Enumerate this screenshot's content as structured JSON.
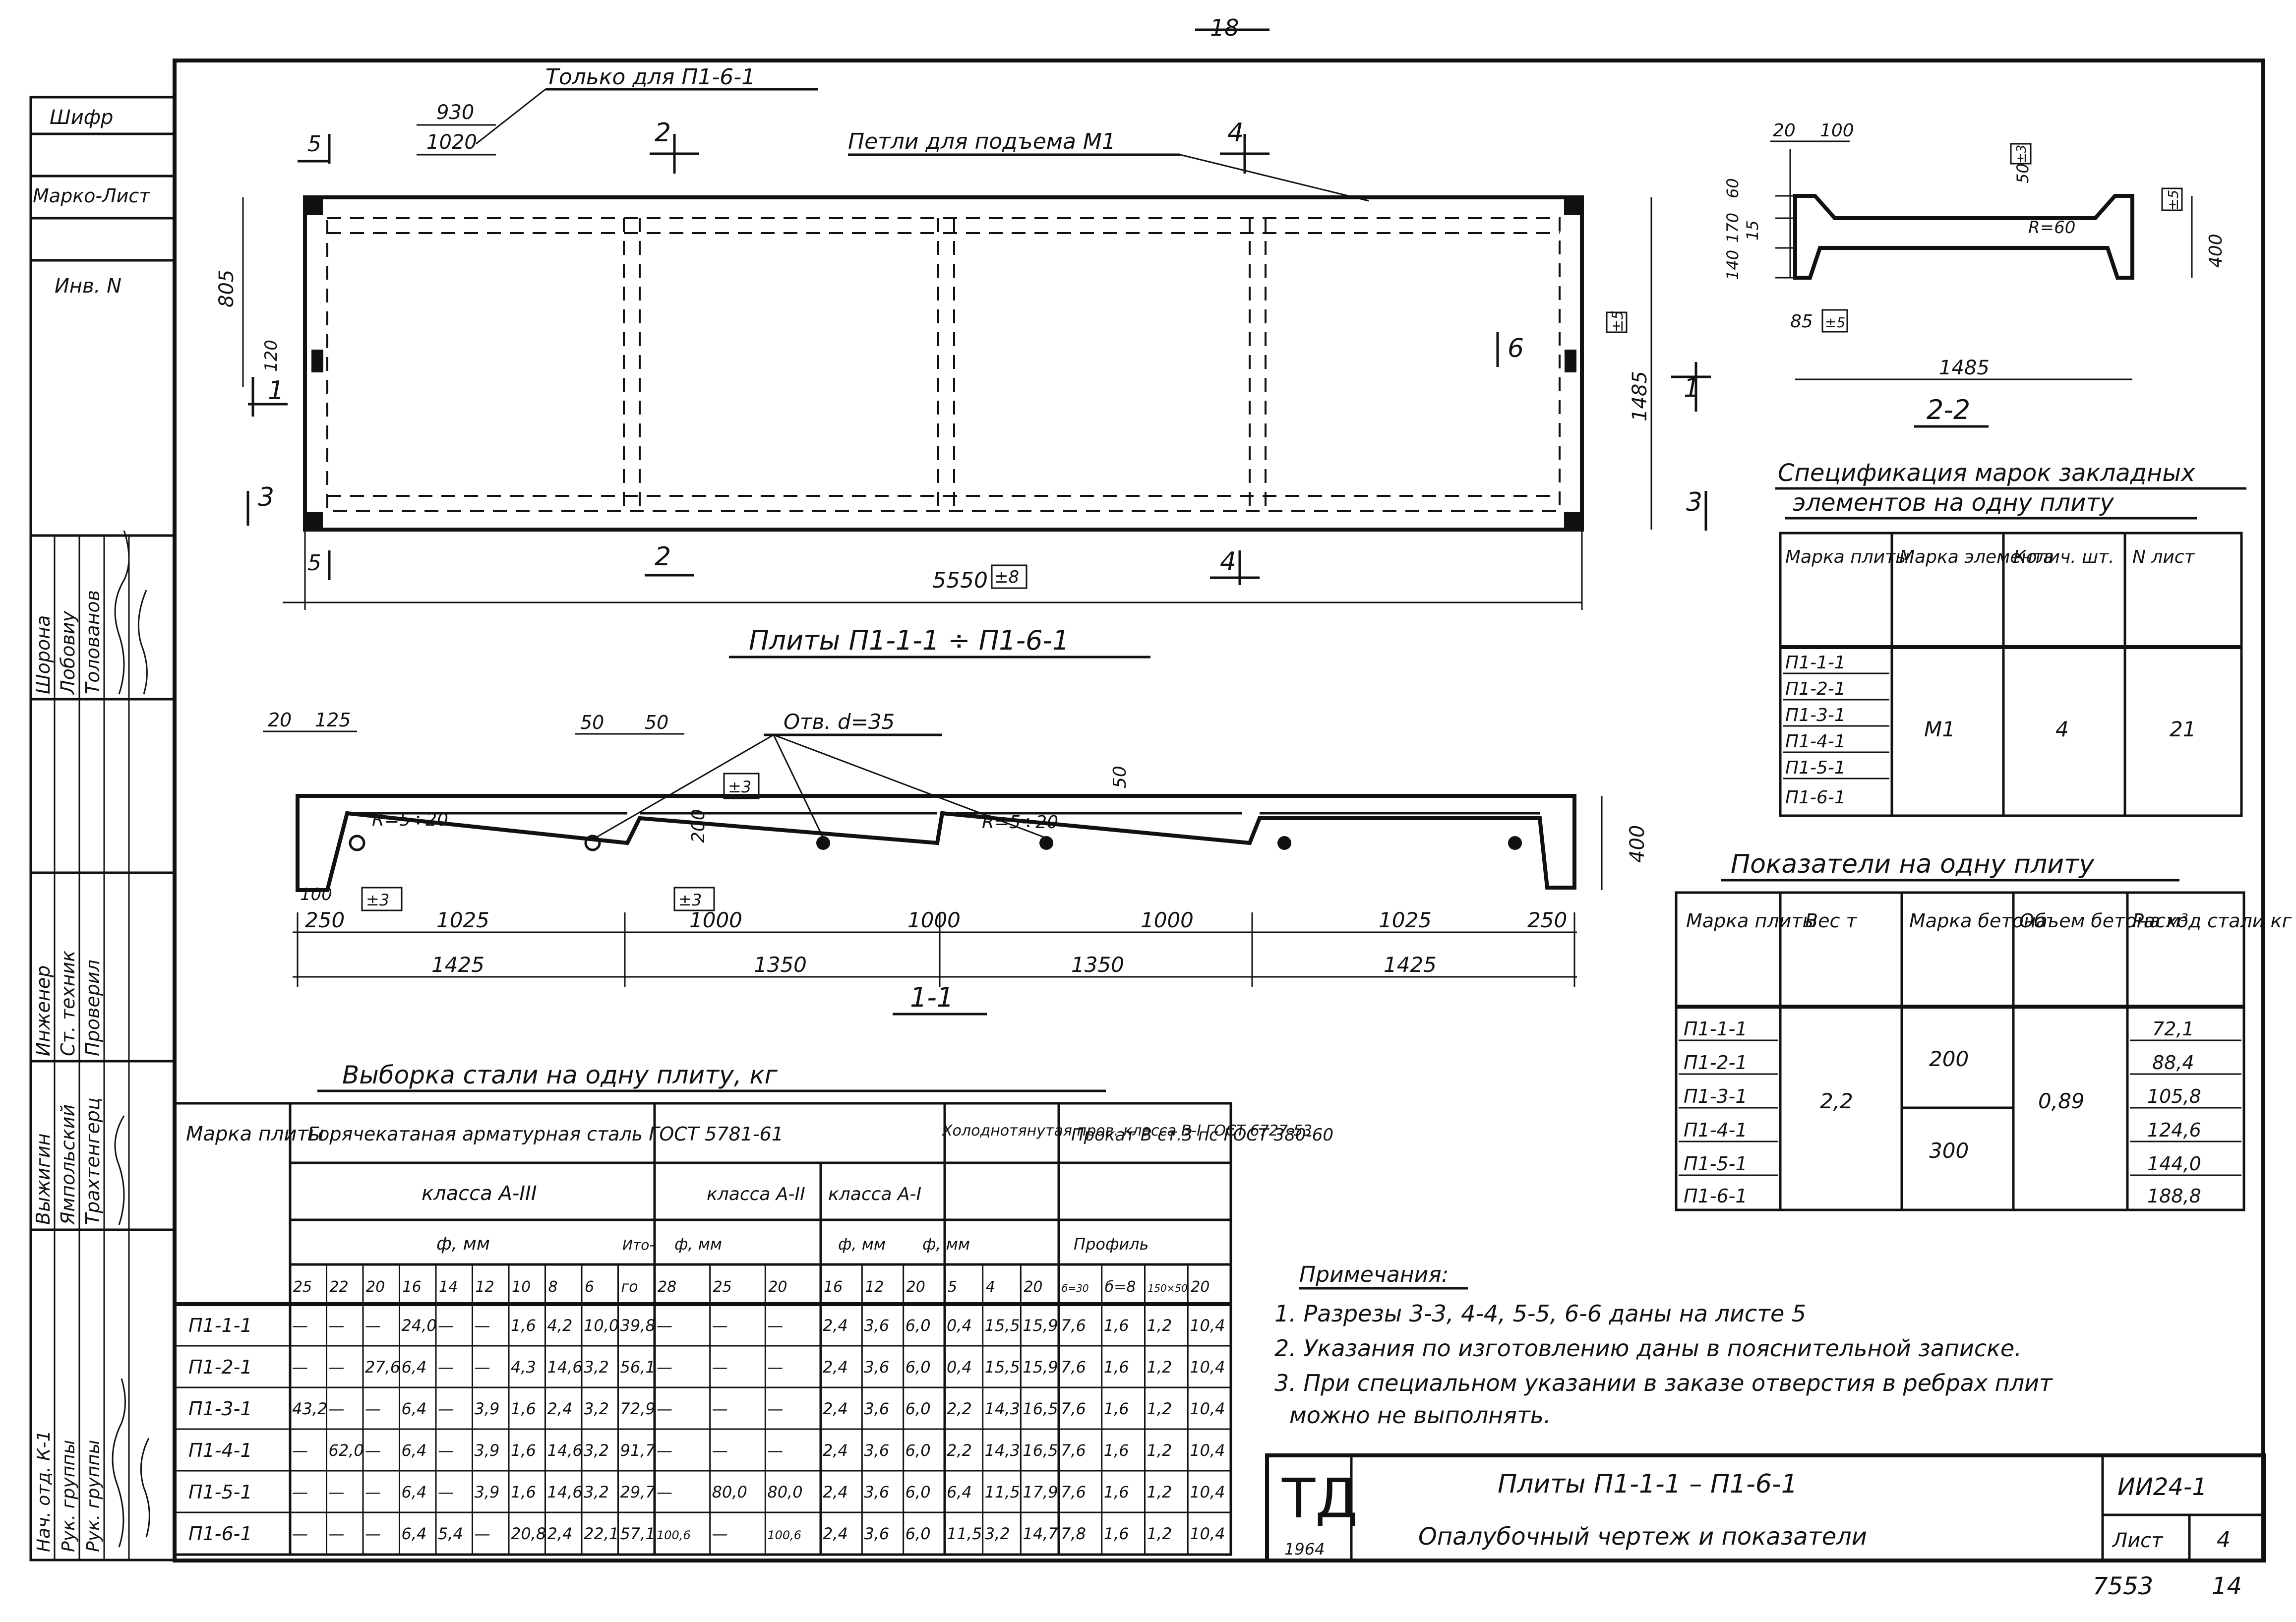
{
  "top_page_num": "18",
  "sidebar": {
    "shifr": "Шифр",
    "marka_list": "Марко-Лист",
    "inv": "Инв. N",
    "sig_names": [
      "Шорона",
      "Лобовиу",
      "Толованов"
    ],
    "roles_a": [
      "Инженер",
      "Ст. техник",
      "Проверил"
    ],
    "names_b": [
      "Выжигин",
      "Ямпольский",
      "Трахтенгерц"
    ],
    "roles_c": [
      "Нач. отд. К-1",
      "Рук. группы",
      "Рук. группы"
    ]
  },
  "plan": {
    "note_only": "Только для П1-6-1",
    "dim_930": "930",
    "dim_1020": "1020",
    "loops_label": "Петли для подъема М1",
    "dim_805": "805",
    "dim_120": "120",
    "dim_1485": "1485",
    "dim_5550": "5550",
    "tol_8": "±8",
    "tol_5": "±5",
    "sec_1": "1",
    "sec_2": "2",
    "sec_3": "3",
    "sec_4": "4",
    "sec_5": "5",
    "sec_6": "6",
    "title": "Плиты П1-1-1 ÷ П1-6-1"
  },
  "sec22": {
    "dim_20": "20",
    "dim_100": "100",
    "dim_60": "60",
    "dim_170": "170",
    "dim_15": "15",
    "dim_140": "140",
    "dim_50": "50",
    "tol_3": "±3",
    "radius": "R=60",
    "dim_400": "400",
    "tol_5": "±5",
    "dim_85": "85",
    "dim_1485": "1485",
    "title": "2-2"
  },
  "sec11": {
    "dim_20": "20",
    "dim_125": "125",
    "dim_50a": "50",
    "dim_50b": "50",
    "holes": "Отв. d=35",
    "tol_3": "±3",
    "dim_50v": "50",
    "dim_200": "200",
    "radius_a": "R=5÷20",
    "radius_b": "R=5÷20",
    "dim_400": "400",
    "dim_100": "100",
    "dim_250a": "250",
    "dim_1025a": "1025",
    "dim_1000a": "1000",
    "dim_1000b": "1000",
    "dim_1000c": "1000",
    "dim_1025b": "1025",
    "dim_250b": "250",
    "dim_1425a": "1425",
    "dim_1350a": "1350",
    "dim_1350b": "1350",
    "dim_1425b": "1425",
    "title": "1-1"
  },
  "spec": {
    "title_line1": "Спецификация марок закладных",
    "title_line2": "элементов на одну плиту",
    "headers": [
      "Марка плиты",
      "Марка элемента",
      "Колич. шт.",
      "N лист"
    ],
    "plates": [
      "П1-1-1",
      "П1-2-1",
      "П1-3-1",
      "П1-4-1",
      "П1-5-1",
      "П1-6-1"
    ],
    "element": "М1",
    "qty": "4",
    "sheet": "21"
  },
  "indicators": {
    "title": "Показатели на одну плиту",
    "headers": [
      "Марка плиты",
      "Вес т",
      "Марка бетона",
      "Объем бетона м³",
      "Расход стали кг"
    ],
    "plates": [
      "П1-1-1",
      "П1-2-1",
      "П1-3-1",
      "П1-4-1",
      "П1-5-1",
      "П1-6-1"
    ],
    "weight": "2,2",
    "concrete_a": "200",
    "concrete_b": "300",
    "volume": "0,89",
    "steel": [
      "72,1",
      "88,4",
      "105,8",
      "124,6",
      "144,0",
      "188,8"
    ]
  },
  "steel": {
    "title": "Выборка стали на одну плиту, кг",
    "h_mark": "Марка плиты",
    "h_hot": "Горячекатаная арматурная сталь ГОСТ 5781-61",
    "h_cold": "Холоднотянутая пров. класса В-I ГОСТ 6727-53",
    "h_rolled": "Прокат В ст.3 пс ГОСТ 380-60",
    "h_classA3": "класса А-III",
    "h_classA2": "класса А-II",
    "h_classA1": "класса А-I",
    "h_phi": "ф, мм",
    "h_total": "Ито-",
    "h_profile": "Профиль",
    "cols": [
      "25",
      "22",
      "20",
      "16",
      "14",
      "12",
      "10",
      "8",
      "6",
      "го",
      "28",
      "25",
      "20",
      "16",
      "12",
      "20",
      "5",
      "4",
      "20",
      "б=30",
      "б=8",
      "150×50",
      "20"
    ],
    "rows": [
      [
        "П1-1-1",
        "—",
        "—",
        "—",
        "24,0",
        "—",
        "—",
        "1,6",
        "4,2",
        "10,0",
        "39,8",
        "—",
        "—",
        "—",
        "2,4",
        "3,6",
        "6,0",
        "0,4",
        "15,5",
        "15,9",
        "7,6",
        "1,6",
        "1,2",
        "10,4"
      ],
      [
        "П1-2-1",
        "—",
        "—",
        "27,6",
        "6,4",
        "—",
        "—",
        "4,3",
        "14,6",
        "3,2",
        "56,1",
        "—",
        "—",
        "—",
        "2,4",
        "3,6",
        "6,0",
        "0,4",
        "15,5",
        "15,9",
        "7,6",
        "1,6",
        "1,2",
        "10,4"
      ],
      [
        "П1-3-1",
        "43,2",
        "—",
        "—",
        "6,4",
        "—",
        "3,9",
        "1,6",
        "2,4",
        "3,2",
        "72,9",
        "—",
        "—",
        "—",
        "2,4",
        "3,6",
        "6,0",
        "2,2",
        "14,3",
        "16,5",
        "7,6",
        "1,6",
        "1,2",
        "10,4"
      ],
      [
        "П1-4-1",
        "—",
        "62,0",
        "—",
        "6,4",
        "—",
        "3,9",
        "1,6",
        "14,6",
        "3,2",
        "91,7",
        "—",
        "—",
        "—",
        "2,4",
        "3,6",
        "6,0",
        "2,2",
        "14,3",
        "16,5",
        "7,6",
        "1,6",
        "1,2",
        "10,4"
      ],
      [
        "П1-5-1",
        "—",
        "—",
        "—",
        "6,4",
        "—",
        "3,9",
        "1,6",
        "14,6",
        "3,2",
        "29,7",
        "—",
        "80,0",
        "80,0",
        "2,4",
        "3,6",
        "6,0",
        "6,4",
        "11,5",
        "17,9",
        "7,6",
        "1,6",
        "1,2",
        "10,4"
      ],
      [
        "П1-6-1",
        "—",
        "—",
        "—",
        "6,4",
        "5,4",
        "—",
        "20,8",
        "2,4",
        "22,1",
        "57,1",
        "100,6",
        "—",
        "100,6",
        "2,4",
        "3,6",
        "6,0",
        "11,5",
        "3,2",
        "14,7",
        "7,8",
        "1,6",
        "1,2",
        "10,4"
      ]
    ]
  },
  "notes": {
    "title": "Примечания:",
    "lines": [
      "1. Разрезы 3-3, 4-4, 5-5, 6-6 даны на листе 5",
      "2. Указания по изготовлению даны в пояснительной записке.",
      "3. При специальном указании в заказе отверстия в ребрах плит",
      "можно не выполнять."
    ]
  },
  "title_block": {
    "logo": "ТД",
    "year": "1964",
    "line1": "Плиты П1-1-1 – П1-6-1",
    "line2": "Опалубочный чертеж и показатели",
    "code": "ИИ24-1",
    "sheet_label": "Лист",
    "sheet_num": "4"
  },
  "bottom_numbers": {
    "left": "7553",
    "right": "14"
  }
}
